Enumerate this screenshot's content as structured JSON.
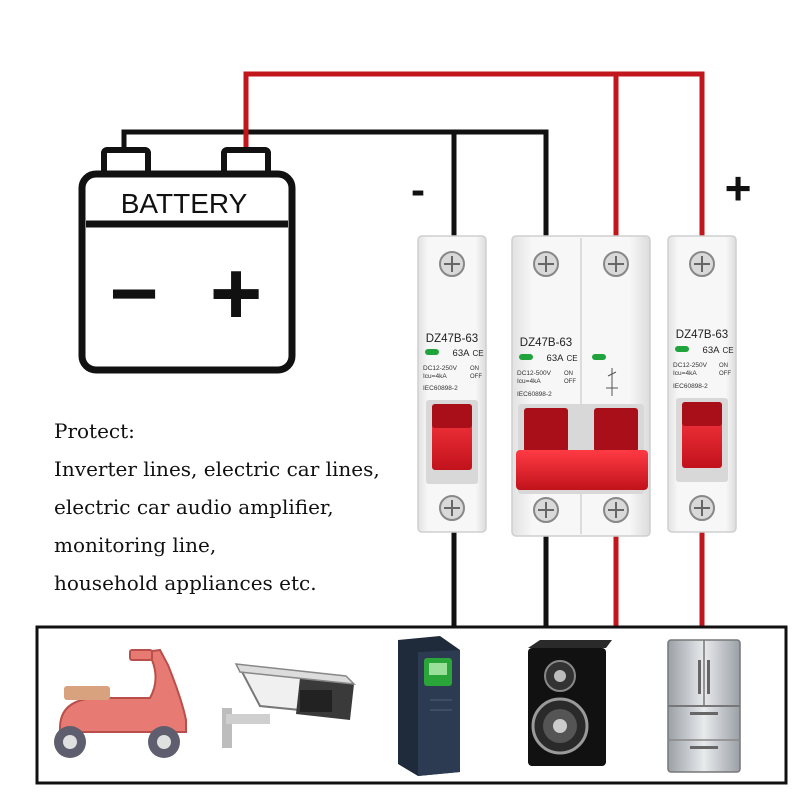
{
  "battery": {
    "label": "BATTERY",
    "minus_symbol": "−",
    "plus_symbol": "+"
  },
  "polarity": {
    "negative": "-",
    "positive": "+"
  },
  "breakers": [
    {
      "model": "DZ47B-63",
      "rating": "63A",
      "ce": "CE",
      "voltage": "DC12-250V",
      "icu": "Icu=4kA",
      "on": "ON",
      "off": "OFF",
      "standard": "IEC60898-2"
    },
    {
      "model": "DZ47B-63",
      "rating": "63A",
      "ce": "CE",
      "voltage": "DC12-500V",
      "icu": "Icu=4kA",
      "on": "ON",
      "off": "OFF",
      "standard": "IEC60898-2"
    },
    {
      "model": "DZ47B-63",
      "rating": "63A",
      "ce": "CE",
      "voltage": "DC12-250V",
      "icu": "Icu=4kA",
      "on": "ON",
      "off": "OFF",
      "standard": "IEC60898-2"
    }
  ],
  "protect": {
    "heading": "Protect:",
    "lines": [
      "Inverter lines, electric car lines,",
      "electric car audio amplifier,",
      "monitoring line,",
      "household appliances etc."
    ]
  },
  "colors": {
    "wire_red": "#c0161c",
    "wire_black": "#111111",
    "breaker_body": "#f3f3f3",
    "handle_red": "#e0242f",
    "indicator_green": "#1fa33a"
  },
  "appliances": [
    "scooter-icon",
    "security-camera-icon",
    "inverter-icon",
    "speaker-icon",
    "refrigerator-icon"
  ]
}
